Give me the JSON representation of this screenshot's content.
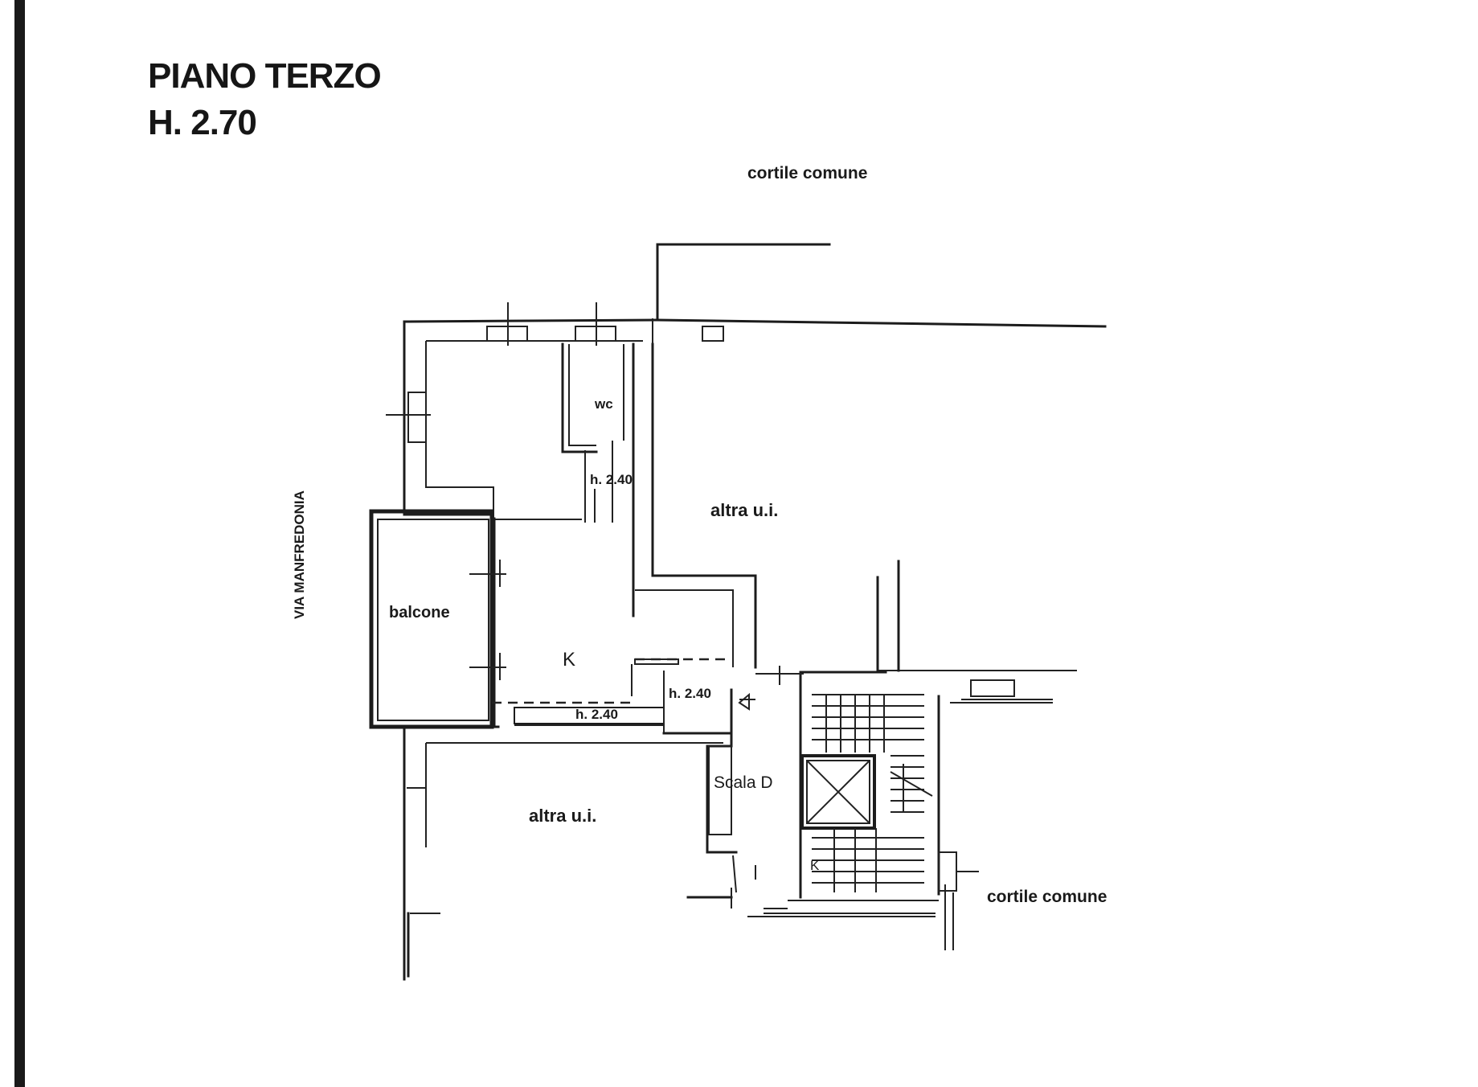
{
  "header": {
    "title_line1": "PIANO TERZO",
    "title_line2": "H. 2.70"
  },
  "labels": {
    "courtyard_top": "cortile comune",
    "courtyard_right": "cortile comune",
    "street": "VIA MANFREDONIA",
    "wc": "wc",
    "height_corridor": "h. 2.40",
    "other_unit_top": "altra u.i.",
    "balcony": "balcone",
    "kitchen": "K",
    "height_side": "h. 2.40",
    "height_kitchen": "h. 2.40",
    "other_unit_bottom": "altra u.i.",
    "stair": "Scala D",
    "stair_mark": "K"
  }
}
